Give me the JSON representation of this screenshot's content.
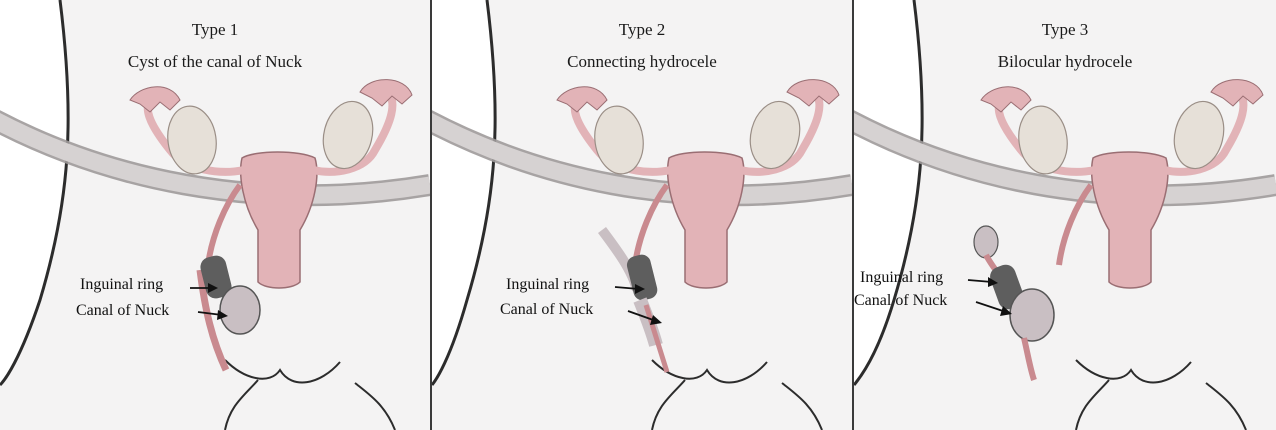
{
  "panels": [
    {
      "type_label": "Type 1",
      "title": "Cyst of the canal of Nuck",
      "labels": {
        "inguinal_ring": "Inguinal ring",
        "canal_of_nuck": "Canal of Nuck"
      }
    },
    {
      "type_label": "Type 2",
      "title": "Connecting hydrocele",
      "labels": {
        "inguinal_ring": "Inguinal ring",
        "canal_of_nuck": "Canal of Nuck"
      }
    },
    {
      "type_label": "Type 3",
      "title": "Bilocular hydrocele",
      "labels": {
        "inguinal_ring": "Inguinal ring",
        "canal_of_nuck": "Canal of Nuck"
      }
    }
  ],
  "colors": {
    "uterus": "#e2b3b7",
    "uterus_stroke": "#9a6e73",
    "ovary": "#e6e0d8",
    "ligament_band": "#cfcaca",
    "inguinal_canal_dark": "#5e5e5e",
    "cyst": "#c9bfc3",
    "body_outline": "#2c2c2c",
    "skin_shade": "#efeded"
  }
}
